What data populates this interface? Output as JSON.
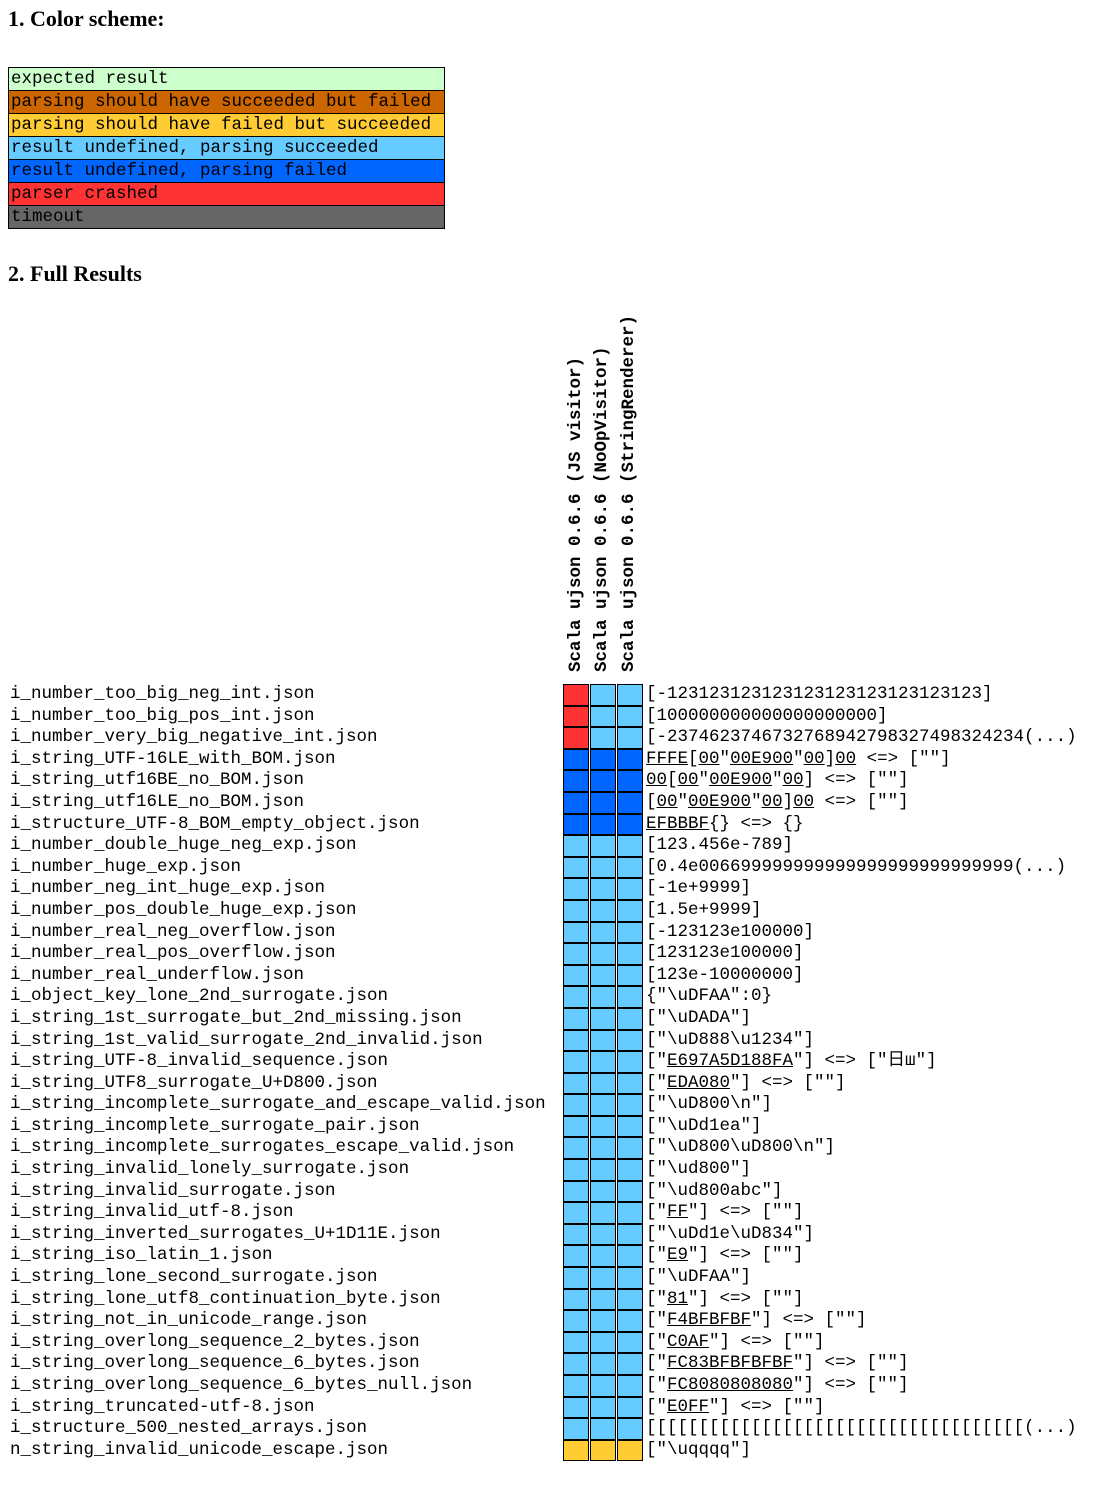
{
  "headings": {
    "color_scheme": "1. Color scheme:",
    "full_results": "2. Full Results"
  },
  "legend": [
    {
      "key": "expected",
      "label": "expected result",
      "color": "#ccffcc"
    },
    {
      "key": "fail_bad",
      "label": "parsing should have succeeded but failed",
      "color": "#cc6600"
    },
    {
      "key": "succ_bad",
      "label": "parsing should have failed but succeeded",
      "color": "#ffcc33"
    },
    {
      "key": "undef_succ",
      "label": "result undefined, parsing succeeded",
      "color": "#66ccff"
    },
    {
      "key": "undef_fail",
      "label": "result undefined, parsing failed",
      "color": "#0066ff"
    },
    {
      "key": "crash",
      "label": "parser crashed",
      "color": "#ff3333"
    },
    {
      "key": "timeout",
      "label": "timeout",
      "color": "#666666"
    }
  ],
  "columns": [
    "Scala ujson 0.6.6 (JS visitor)",
    "Scala ujson 0.6.6 (NoOpVisitor)",
    "Scala ujson 0.6.6 (StringRenderer)"
  ],
  "rows": [
    {
      "file": "i_number_too_big_neg_int.json",
      "r": [
        "crash",
        "undef_succ",
        "undef_succ"
      ],
      "s": [
        [
          "[-123123123123123123123123123123]",
          0
        ]
      ]
    },
    {
      "file": "i_number_too_big_pos_int.json",
      "r": [
        "crash",
        "undef_succ",
        "undef_succ"
      ],
      "s": [
        [
          "[100000000000000000000]",
          0
        ]
      ]
    },
    {
      "file": "i_number_very_big_negative_int.json",
      "r": [
        "crash",
        "undef_succ",
        "undef_succ"
      ],
      "s": [
        [
          "[-2374623746732768942798327498324234(...)",
          0
        ]
      ]
    },
    {
      "file": "i_string_UTF-16LE_with_BOM.json",
      "r": [
        "undef_fail",
        "undef_fail",
        "undef_fail"
      ],
      "s": [
        [
          "FFFE",
          1
        ],
        [
          "[",
          0
        ],
        [
          "00",
          1
        ],
        [
          "\"",
          0
        ],
        [
          "00E900",
          1
        ],
        [
          "\"",
          0
        ],
        [
          "00",
          1
        ],
        [
          "]",
          0
        ],
        [
          "00",
          1
        ],
        [
          " <=> [\"\"]",
          0
        ]
      ]
    },
    {
      "file": "i_string_utf16BE_no_BOM.json",
      "r": [
        "undef_fail",
        "undef_fail",
        "undef_fail"
      ],
      "s": [
        [
          "00",
          1
        ],
        [
          "[",
          0
        ],
        [
          "00",
          1
        ],
        [
          "\"",
          0
        ],
        [
          "00E900",
          1
        ],
        [
          "\"",
          0
        ],
        [
          "00",
          1
        ],
        [
          "] <=> [\"\"]",
          0
        ]
      ]
    },
    {
      "file": "i_string_utf16LE_no_BOM.json",
      "r": [
        "undef_fail",
        "undef_fail",
        "undef_fail"
      ],
      "s": [
        [
          "[",
          0
        ],
        [
          "00",
          1
        ],
        [
          "\"",
          0
        ],
        [
          "00E900",
          1
        ],
        [
          "\"",
          0
        ],
        [
          "00",
          1
        ],
        [
          "]",
          0
        ],
        [
          "00",
          1
        ],
        [
          " <=> [\"\"]",
          0
        ]
      ]
    },
    {
      "file": "i_structure_UTF-8_BOM_empty_object.json",
      "r": [
        "undef_fail",
        "undef_fail",
        "undef_fail"
      ],
      "s": [
        [
          "EFBBBF",
          1
        ],
        [
          "{} <=> {}",
          0
        ]
      ]
    },
    {
      "file": "i_number_double_huge_neg_exp.json",
      "r": [
        "undef_succ",
        "undef_succ",
        "undef_succ"
      ],
      "s": [
        [
          "[123.456e-789]",
          0
        ]
      ]
    },
    {
      "file": "i_number_huge_exp.json",
      "r": [
        "undef_succ",
        "undef_succ",
        "undef_succ"
      ],
      "s": [
        [
          "[0.4e006699999999999999999999999999(...)",
          0
        ]
      ]
    },
    {
      "file": "i_number_neg_int_huge_exp.json",
      "r": [
        "undef_succ",
        "undef_succ",
        "undef_succ"
      ],
      "s": [
        [
          "[-1e+9999]",
          0
        ]
      ]
    },
    {
      "file": "i_number_pos_double_huge_exp.json",
      "r": [
        "undef_succ",
        "undef_succ",
        "undef_succ"
      ],
      "s": [
        [
          "[1.5e+9999]",
          0
        ]
      ]
    },
    {
      "file": "i_number_real_neg_overflow.json",
      "r": [
        "undef_succ",
        "undef_succ",
        "undef_succ"
      ],
      "s": [
        [
          "[-123123e100000]",
          0
        ]
      ]
    },
    {
      "file": "i_number_real_pos_overflow.json",
      "r": [
        "undef_succ",
        "undef_succ",
        "undef_succ"
      ],
      "s": [
        [
          "[123123e100000]",
          0
        ]
      ]
    },
    {
      "file": "i_number_real_underflow.json",
      "r": [
        "undef_succ",
        "undef_succ",
        "undef_succ"
      ],
      "s": [
        [
          "[123e-10000000]",
          0
        ]
      ]
    },
    {
      "file": "i_object_key_lone_2nd_surrogate.json",
      "r": [
        "undef_succ",
        "undef_succ",
        "undef_succ"
      ],
      "s": [
        [
          "{\"\\uDFAA\":0}",
          0
        ]
      ]
    },
    {
      "file": "i_string_1st_surrogate_but_2nd_missing.json",
      "r": [
        "undef_succ",
        "undef_succ",
        "undef_succ"
      ],
      "s": [
        [
          "[\"\\uDADA\"]",
          0
        ]
      ]
    },
    {
      "file": "i_string_1st_valid_surrogate_2nd_invalid.json",
      "r": [
        "undef_succ",
        "undef_succ",
        "undef_succ"
      ],
      "s": [
        [
          "[\"\\uD888\\u1234\"]",
          0
        ]
      ]
    },
    {
      "file": "i_string_UTF-8_invalid_sequence.json",
      "r": [
        "undef_succ",
        "undef_succ",
        "undef_succ"
      ],
      "s": [
        [
          "[\"",
          0
        ],
        [
          "E697A5D188FA",
          1
        ],
        [
          "\"] <=> [\"日ш\"]",
          0
        ]
      ]
    },
    {
      "file": "i_string_UTF8_surrogate_U+D800.json",
      "r": [
        "undef_succ",
        "undef_succ",
        "undef_succ"
      ],
      "s": [
        [
          "[\"",
          0
        ],
        [
          "EDA080",
          1
        ],
        [
          "\"] <=> [\"\"]",
          0
        ]
      ]
    },
    {
      "file": "i_string_incomplete_surrogate_and_escape_valid.json",
      "r": [
        "undef_succ",
        "undef_succ",
        "undef_succ"
      ],
      "s": [
        [
          "[\"\\uD800\\n\"]",
          0
        ]
      ]
    },
    {
      "file": "i_string_incomplete_surrogate_pair.json",
      "r": [
        "undef_succ",
        "undef_succ",
        "undef_succ"
      ],
      "s": [
        [
          "[\"\\uDd1ea\"]",
          0
        ]
      ]
    },
    {
      "file": "i_string_incomplete_surrogates_escape_valid.json",
      "r": [
        "undef_succ",
        "undef_succ",
        "undef_succ"
      ],
      "s": [
        [
          "[\"\\uD800\\uD800\\n\"]",
          0
        ]
      ]
    },
    {
      "file": "i_string_invalid_lonely_surrogate.json",
      "r": [
        "undef_succ",
        "undef_succ",
        "undef_succ"
      ],
      "s": [
        [
          "[\"\\ud800\"]",
          0
        ]
      ]
    },
    {
      "file": "i_string_invalid_surrogate.json",
      "r": [
        "undef_succ",
        "undef_succ",
        "undef_succ"
      ],
      "s": [
        [
          "[\"\\ud800abc\"]",
          0
        ]
      ]
    },
    {
      "file": "i_string_invalid_utf-8.json",
      "r": [
        "undef_succ",
        "undef_succ",
        "undef_succ"
      ],
      "s": [
        [
          "[\"",
          0
        ],
        [
          "FF",
          1
        ],
        [
          "\"] <=> [\"\"]",
          0
        ]
      ]
    },
    {
      "file": "i_string_inverted_surrogates_U+1D11E.json",
      "r": [
        "undef_succ",
        "undef_succ",
        "undef_succ"
      ],
      "s": [
        [
          "[\"\\uDd1e\\uD834\"]",
          0
        ]
      ]
    },
    {
      "file": "i_string_iso_latin_1.json",
      "r": [
        "undef_succ",
        "undef_succ",
        "undef_succ"
      ],
      "s": [
        [
          "[\"",
          0
        ],
        [
          "E9",
          1
        ],
        [
          "\"] <=> [\"\"]",
          0
        ]
      ]
    },
    {
      "file": "i_string_lone_second_surrogate.json",
      "r": [
        "undef_succ",
        "undef_succ",
        "undef_succ"
      ],
      "s": [
        [
          "[\"\\uDFAA\"]",
          0
        ]
      ]
    },
    {
      "file": "i_string_lone_utf8_continuation_byte.json",
      "r": [
        "undef_succ",
        "undef_succ",
        "undef_succ"
      ],
      "s": [
        [
          "[\"",
          0
        ],
        [
          "81",
          1
        ],
        [
          "\"] <=> [\"\"]",
          0
        ]
      ]
    },
    {
      "file": "i_string_not_in_unicode_range.json",
      "r": [
        "undef_succ",
        "undef_succ",
        "undef_succ"
      ],
      "s": [
        [
          "[\"",
          0
        ],
        [
          "F4BFBFBF",
          1
        ],
        [
          "\"] <=> [\"\"]",
          0
        ]
      ]
    },
    {
      "file": "i_string_overlong_sequence_2_bytes.json",
      "r": [
        "undef_succ",
        "undef_succ",
        "undef_succ"
      ],
      "s": [
        [
          "[\"",
          0
        ],
        [
          "C0AF",
          1
        ],
        [
          "\"] <=> [\"\"]",
          0
        ]
      ]
    },
    {
      "file": "i_string_overlong_sequence_6_bytes.json",
      "r": [
        "undef_succ",
        "undef_succ",
        "undef_succ"
      ],
      "s": [
        [
          "[\"",
          0
        ],
        [
          "FC83BFBFBFBF",
          1
        ],
        [
          "\"] <=> [\"\"]",
          0
        ]
      ]
    },
    {
      "file": "i_string_overlong_sequence_6_bytes_null.json",
      "r": [
        "undef_succ",
        "undef_succ",
        "undef_succ"
      ],
      "s": [
        [
          "[\"",
          0
        ],
        [
          "FC8080808080",
          1
        ],
        [
          "\"] <=> [\"\"]",
          0
        ]
      ]
    },
    {
      "file": "i_string_truncated-utf-8.json",
      "r": [
        "undef_succ",
        "undef_succ",
        "undef_succ"
      ],
      "s": [
        [
          "[\"",
          0
        ],
        [
          "E0FF",
          1
        ],
        [
          "\"] <=> [\"\"]",
          0
        ]
      ]
    },
    {
      "file": "i_structure_500_nested_arrays.json",
      "r": [
        "undef_succ",
        "undef_succ",
        "undef_succ"
      ],
      "s": [
        [
          "[[[[[[[[[[[[[[[[[[[[[[[[[[[[[[[[[[[[(...)",
          0
        ]
      ]
    },
    {
      "file": "n_string_invalid_unicode_escape.json",
      "r": [
        "succ_bad",
        "succ_bad",
        "succ_bad"
      ],
      "s": [
        [
          "[\"\\uqqqq\"]",
          0
        ]
      ]
    }
  ]
}
